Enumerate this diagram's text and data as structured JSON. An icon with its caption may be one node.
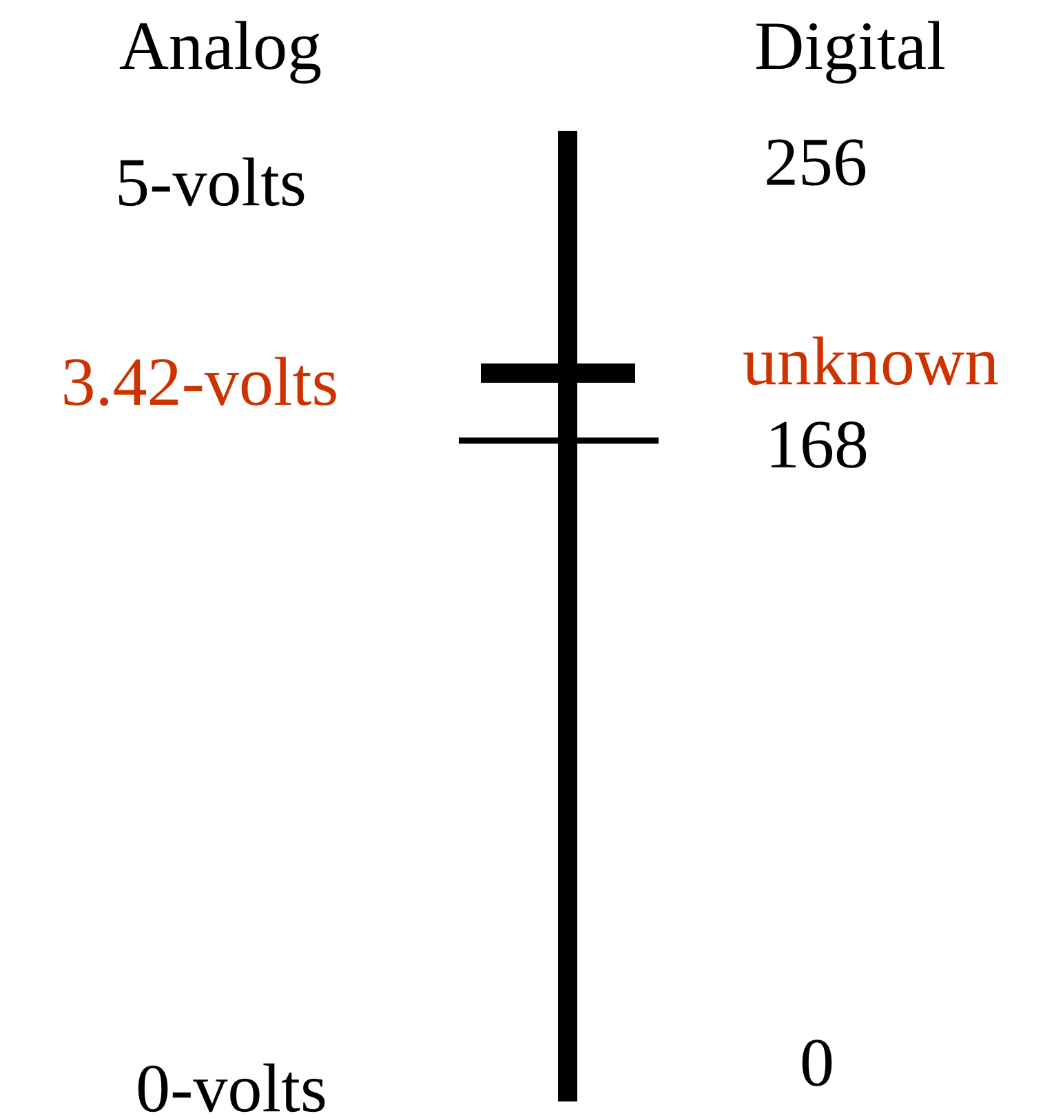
{
  "diagram": {
    "labels": [
      "Analog",
      "Digital",
      "5-volts",
      "256",
      "3.42-volts",
      "unknown",
      "168",
      "0-volts",
      "0"
    ]
  }
}
